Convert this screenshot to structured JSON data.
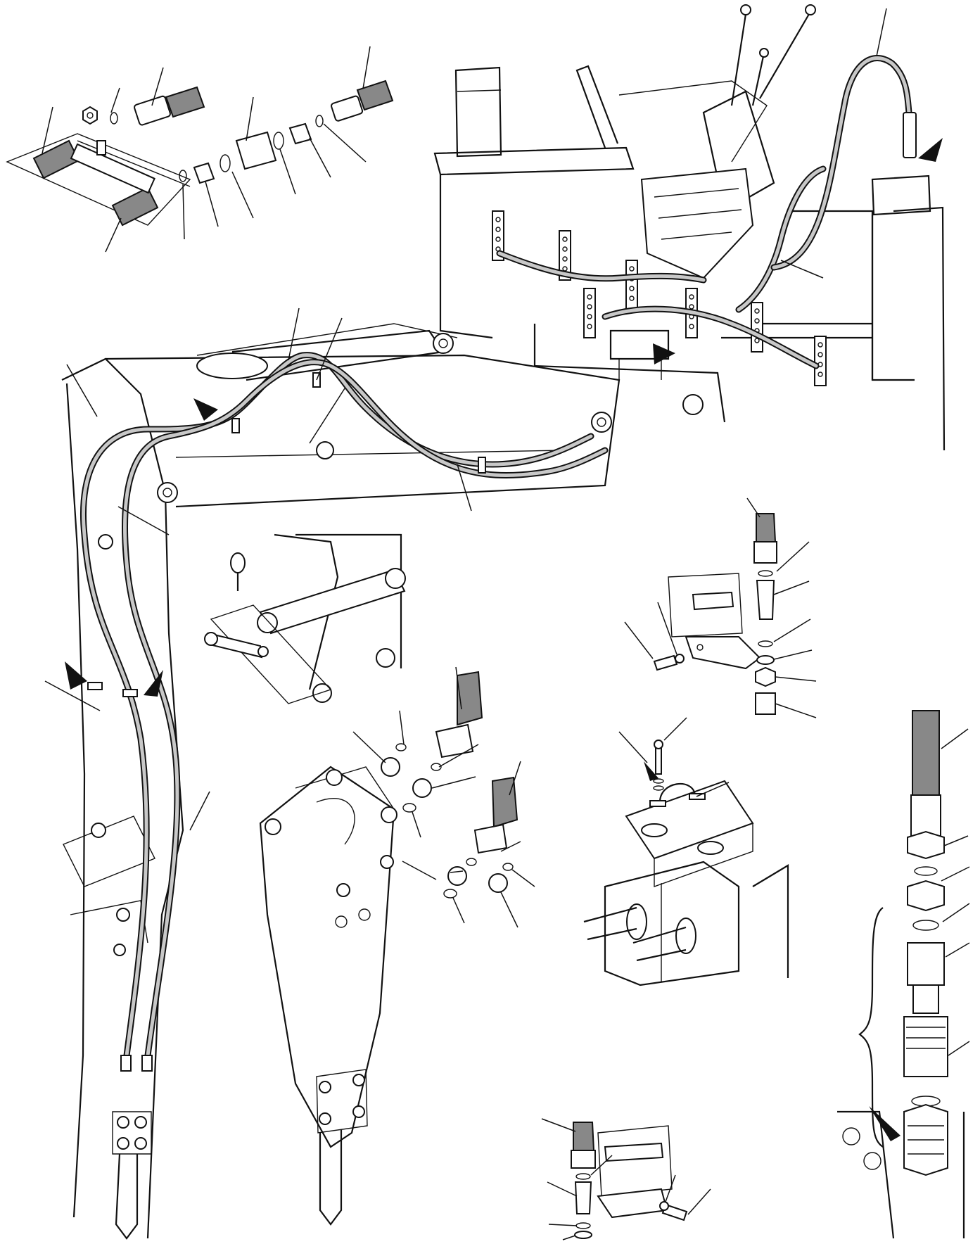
{
  "diagram": {
    "view_count": 8,
    "style": "black and white exploded line illustration",
    "callout_label_text": "none",
    "icons": [
      "arrow-pointer-icon",
      "leader-line"
    ]
  }
}
